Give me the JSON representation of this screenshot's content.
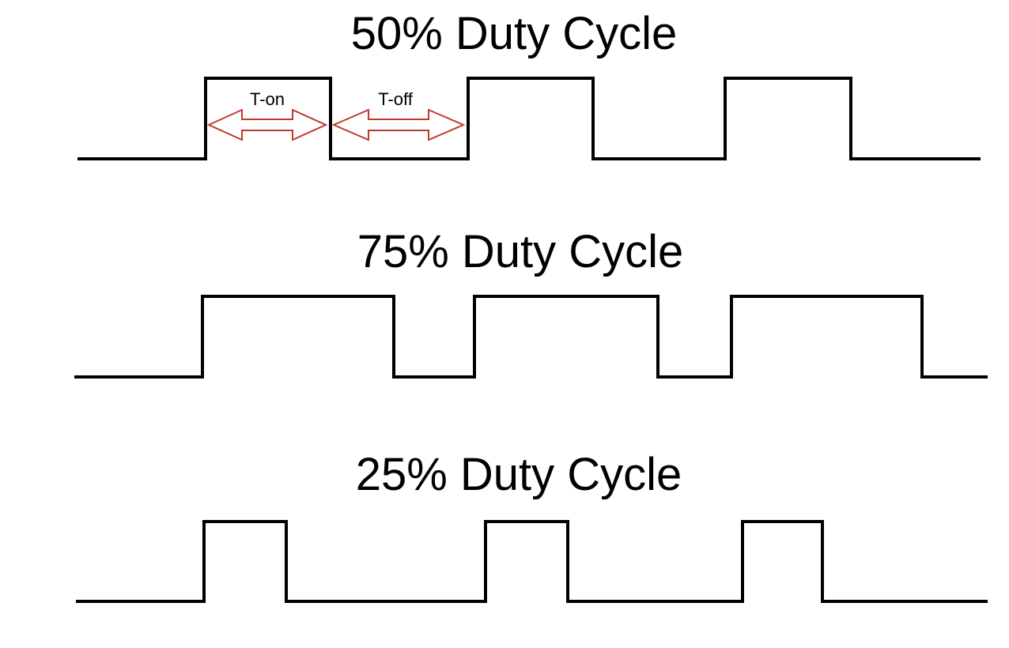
{
  "diagrams": [
    {
      "title": "50% Duty Cycle",
      "duty": 0.5
    },
    {
      "title": "75% Duty Cycle",
      "duty": 0.75
    },
    {
      "title": "25% Duty Cycle",
      "duty": 0.25
    }
  ],
  "annotations": {
    "on_label": "T-on",
    "off_label": "T-off"
  },
  "colors": {
    "waveform": "#000000",
    "arrow": "#c0392b",
    "background": "#ffffff"
  }
}
